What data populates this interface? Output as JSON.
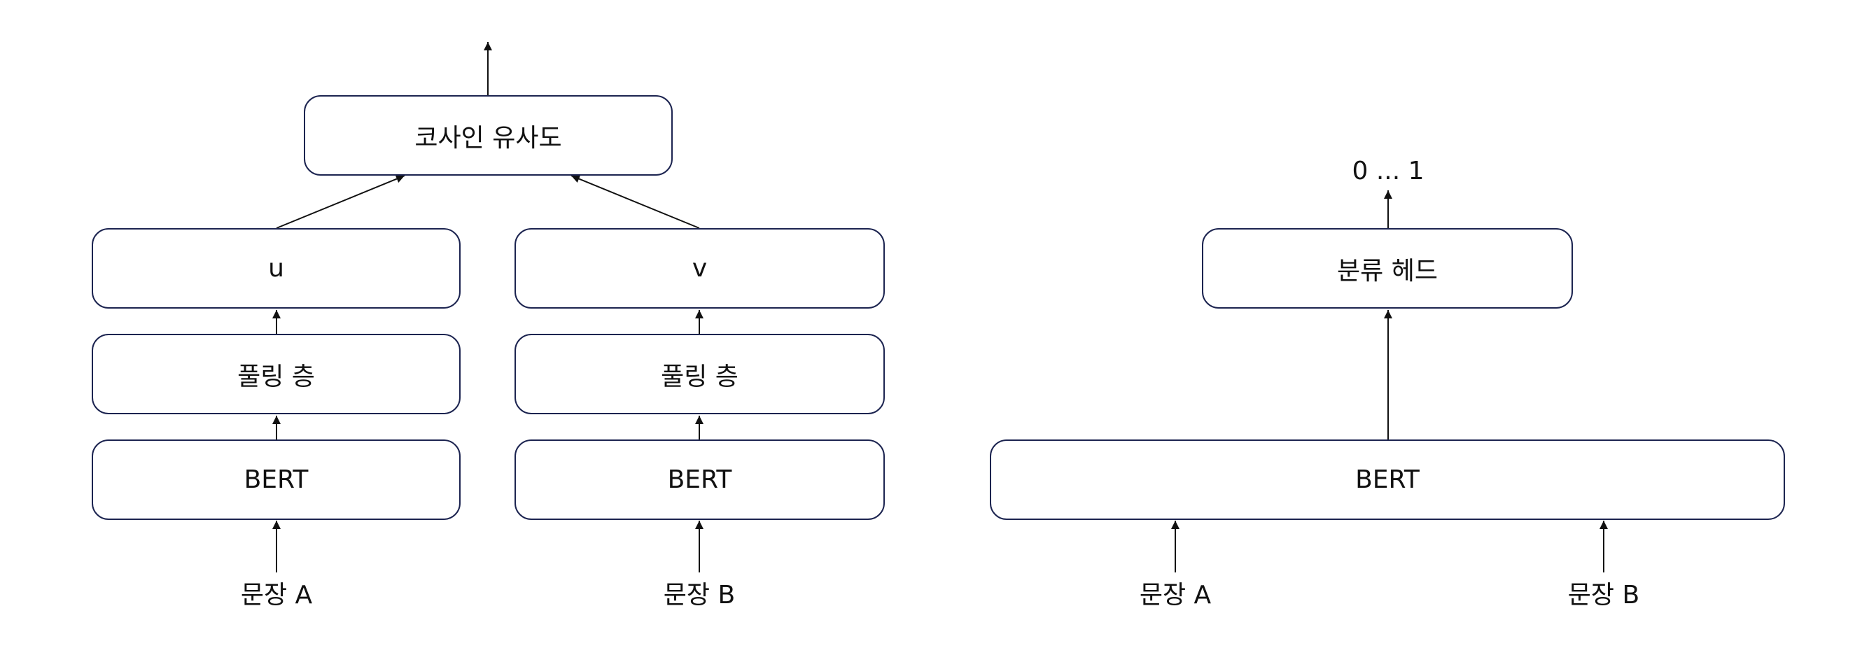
{
  "left": {
    "output_box": "코사인 유사도",
    "branch_a": {
      "embedding": "u",
      "pooling": "풀링 층",
      "encoder": "BERT",
      "input": "문장 A"
    },
    "branch_b": {
      "embedding": "v",
      "pooling": "풀링 층",
      "encoder": "BERT",
      "input": "문장 B"
    }
  },
  "right": {
    "output_range": "0 ... 1",
    "head": "분류 헤드",
    "encoder": "BERT",
    "input_a": "문장 A",
    "input_b": "문장 B"
  }
}
